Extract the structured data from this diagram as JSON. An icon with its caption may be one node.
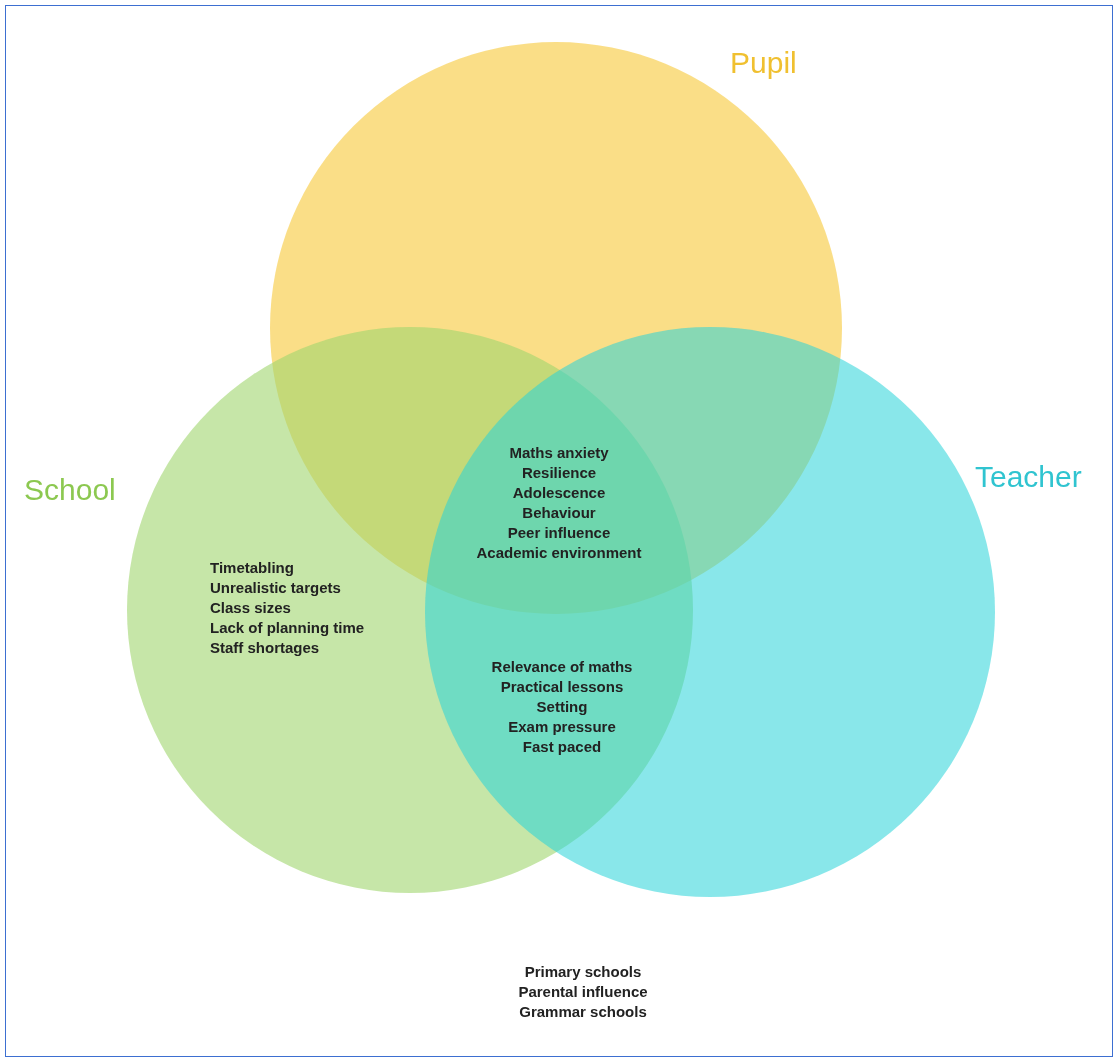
{
  "diagram": {
    "nodes": [
      {
        "text": [
          "Pupil"
        ]
      },
      {
        "text": [
          "School"
        ]
      },
      {
        "text": [
          "Teacher"
        ]
      }
    ],
    "labels": [
      "Timetabling",
      "Unrealistic targets",
      "Class sizes",
      "Lack of planning time",
      "Staff shortages",
      "Maths anxiety",
      "Resilience",
      "Adolescence",
      "Behaviour",
      "Peer influence",
      "Academic environment",
      "Relevance of maths",
      "Practical lessons",
      "Setting",
      "Exam pressure",
      "Fast paced",
      "Primary schools",
      "Parental influence",
      "Grammar schools"
    ]
  }
}
